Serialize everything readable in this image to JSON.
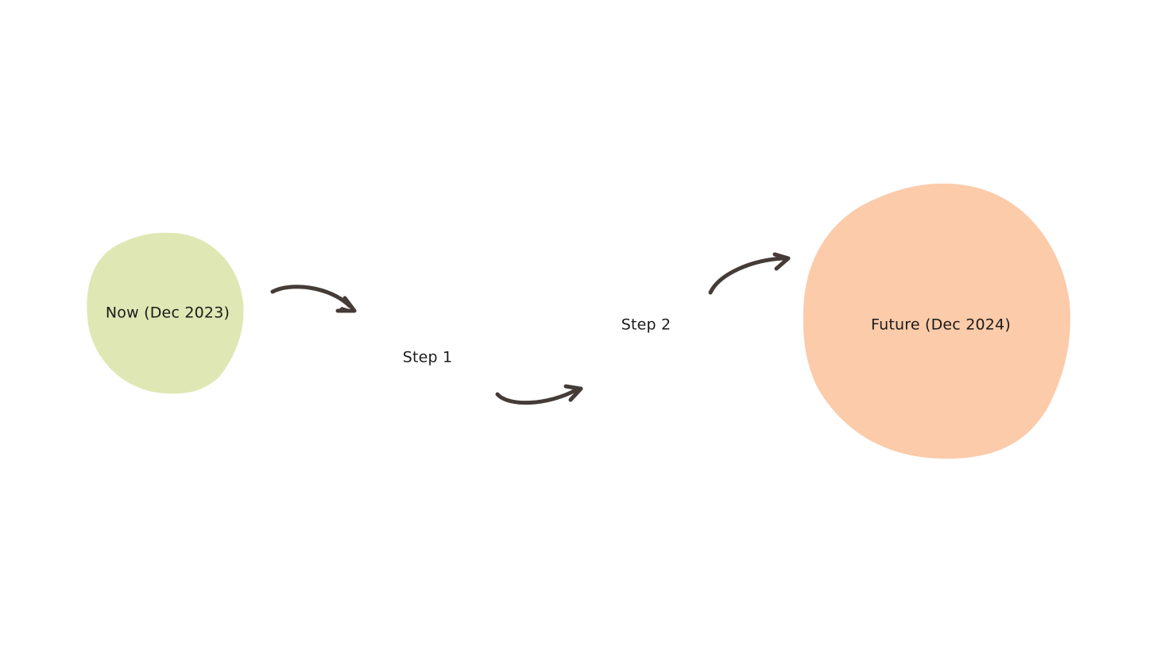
{
  "nodes": {
    "now": {
      "label": "Now (Dec 2023)",
      "color": "#dfe8b4"
    },
    "step1": {
      "label": "Step 1"
    },
    "step2": {
      "label": "Step 2"
    },
    "future": {
      "label": "Future (Dec 2024)",
      "color": "#fbcbaa"
    }
  },
  "arrow_color": "#453b37"
}
